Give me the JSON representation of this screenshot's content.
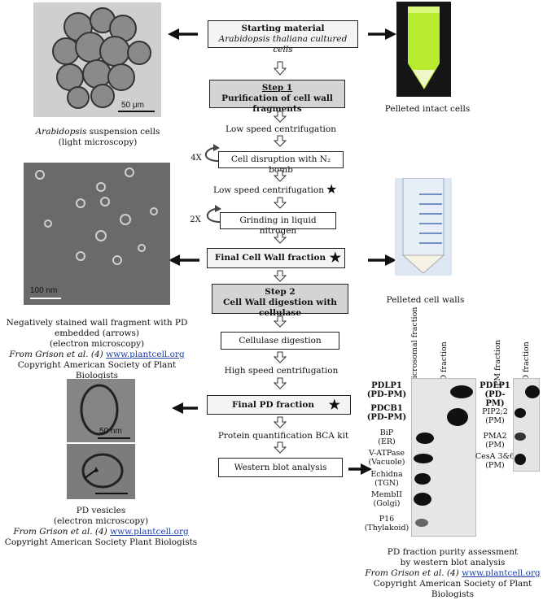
{
  "flow": {
    "start_title": "Starting material",
    "start_sub": "Arabidopsis thaliana cultured cells",
    "step1_title": "Step 1",
    "step1_sub": "Purification of cell wall fragments",
    "low_speed_1": "Low speed centrifugation",
    "repeat_4x": "4X",
    "disruption": "Cell disruption with N₂ bomb",
    "low_speed_2": "Low speed centrifugation",
    "repeat_2x": "2X",
    "grinding": "Grinding in liquid nitrogen",
    "final_cell_wall": "Final Cell Wall fraction",
    "step2_title": "Step 2",
    "step2_sub": "Cell Wall digestion with cellulase",
    "cellulase": "Cellulase digestion",
    "high_speed": "High speed centrifugation",
    "final_pd": "Final PD fraction",
    "protein_quant": "Protein quantification BCA kit",
    "western": "Western blot analysis",
    "star_glyph": "★"
  },
  "captions": {
    "cells_scale": "50 μm",
    "cells_line1_italic": "Arabidopsis",
    "cells_line1_rest": " suspension cells",
    "cells_line2": "(light microscopy)",
    "intact_cells": "Pelleted intact cells",
    "em_scale": "100 nm",
    "em_line1": "Negatively stained wall fragment with PD",
    "em_line2": "embedded (arrows)",
    "em_line3": "(electron microscopy)",
    "em_from": "From Grison et al. (4)",
    "em_link": "www.plantcell.org",
    "em_copy": "Copyright American Society of Plant Biologists",
    "cell_walls": "Pelleted cell walls",
    "pd_scale": "50 nm",
    "pd_line1": "PD vesicles",
    "pd_line2": "(electron microscopy)",
    "pd_from": "From Grison et al. (4)",
    "pd_link": "www.plantcell.org",
    "pd_copy": "Copyright American Society Plant Biologists",
    "blot_line1": "PD fraction purity assessment",
    "blot_line2": "by western blot analysis",
    "blot_from": "From Grison et al. (4)",
    "blot_link": "www.plantcell.org",
    "blot_copy1": "Copyright American Society of Plant",
    "blot_copy2": "Biologists"
  },
  "blot_left": {
    "columns": [
      "Microsomal fraction",
      "PD fraction"
    ],
    "rows": [
      {
        "label1": "PDLP1",
        "label2": "(PD-PM)",
        "bold": true
      },
      {
        "label1": "PDCB1",
        "label2": "(PD-PM)",
        "bold": true
      },
      {
        "label1": "BiP",
        "label2": "(ER)",
        "bold": false
      },
      {
        "label1": "V-ATPase",
        "label2": "(Vacuole)",
        "bold": false
      },
      {
        "label1": "Echidna",
        "label2": "(TGN)",
        "bold": false
      },
      {
        "label1": "MembII",
        "label2": "(Golgi)",
        "bold": false
      },
      {
        "label1": "P16",
        "label2": "(Thylakoid)",
        "bold": false
      }
    ]
  },
  "blot_right": {
    "columns": [
      "PM fraction",
      "PD fraction"
    ],
    "rows": [
      {
        "label1": "PDLP1",
        "label2": "(PD-PM)",
        "bold": true
      },
      {
        "label1": "PIP2;2",
        "label2": "(PM)",
        "bold": false
      },
      {
        "label1": "PMA2",
        "label2": "(PM)",
        "bold": false
      },
      {
        "label1": "CesA 3&6",
        "label2": "(PM)",
        "bold": false
      }
    ]
  }
}
